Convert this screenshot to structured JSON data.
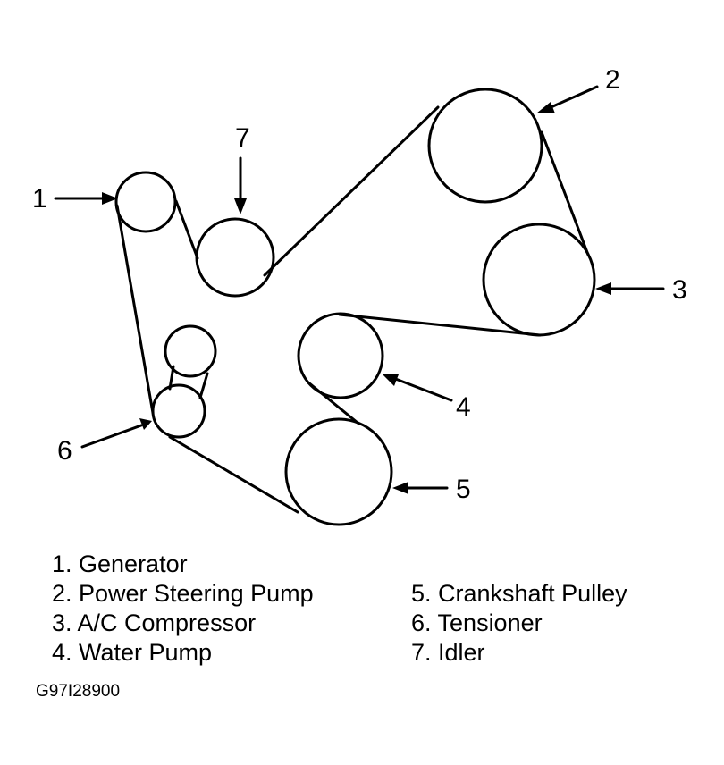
{
  "legend": {
    "items": [
      "1. Generator",
      "2. Power Steering Pump",
      "3. A/C Compressor",
      "4. Water Pump",
      "5. Crankshaft Pulley",
      "6. Tensioner",
      "7. Idler"
    ]
  },
  "callouts": [
    "1",
    "2",
    "3",
    "4",
    "5",
    "6",
    "7"
  ],
  "figure_code": "G97I28900"
}
